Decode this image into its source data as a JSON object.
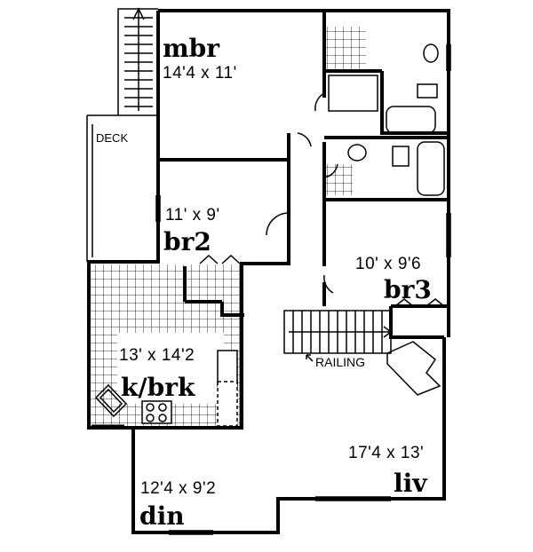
{
  "rooms": {
    "mbr": {
      "name": "mbr",
      "size": "14'4 x 11'"
    },
    "br2": {
      "name": "br2",
      "size": "11' x 9'"
    },
    "br3": {
      "name": "br3",
      "size": "10' x 9'6"
    },
    "kitchen": {
      "name": "k/brk",
      "size": "13' x 14'2"
    },
    "living": {
      "name": "liv",
      "size": "17'4 x 13'"
    },
    "dining": {
      "name": "din",
      "size": "12'4 x 9'2"
    }
  },
  "labels": {
    "deck": "DECK",
    "railing": "RAILING"
  }
}
